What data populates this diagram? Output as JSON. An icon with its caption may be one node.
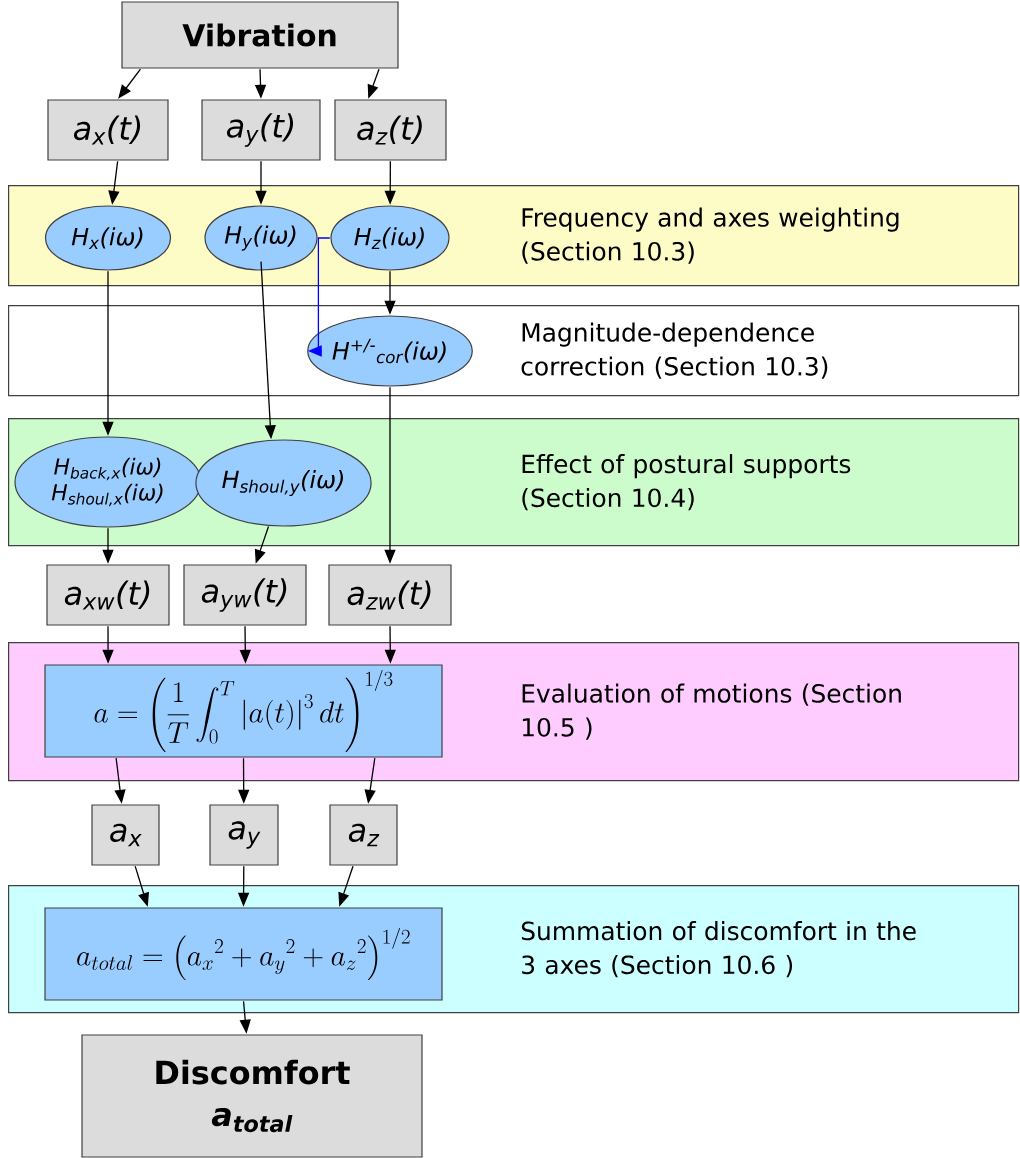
{
  "diagram": {
    "nodes": [
      {
        "text": [
          "Vibration"
        ]
      },
      {
        "text": [
          "a$_{x}$(t)"
        ]
      },
      {
        "text": [
          "a$_{y}$(t)"
        ]
      },
      {
        "text": [
          "a$_{z}$(t)"
        ]
      },
      {
        "text": [
          "Frequency and axes weighting (Section 10.3)"
        ]
      },
      {
        "text": [
          "H$_{x}$(iω)"
        ],
        "in": 4
      },
      {
        "text": [
          "H$_{y}$(iω)"
        ],
        "in": 4
      },
      {
        "text": [
          "H$_{z}$(iω)"
        ],
        "in": 4
      },
      {
        "text": [
          "Magnitude-dependence correction (Section 10.3)"
        ]
      },
      {
        "text": [
          "H$^{+/-}$$_{cor}$(iω)"
        ],
        "in": 8
      },
      {
        "text": [
          "Effect of postural supports (Section 10.4)"
        ]
      },
      {
        "text": [
          "H$_{back,x}$(iω)",
          "H$_{shoul,x}$(iω)"
        ],
        "in": 10
      },
      {
        "text": [
          "H$_{shoul,y}$(iω)"
        ],
        "in": 10
      },
      {
        "text": [
          "a$_{xw}$(t)"
        ]
      },
      {
        "text": [
          "a$_{yw}$(t)"
        ]
      },
      {
        "text": [
          "a$_{zw}$(t)"
        ]
      },
      {
        "text": [
          "Evaluation of motions (Section 10.5 )"
        ]
      },
      {
        "text": [
          "a=\\left(\\frac{1}{T}\\int_0^T\\left|a(t)\\right|^3dt\\right)^{1/3}"
        ],
        "in": 16
      },
      {
        "text": [
          "a$_{x}$"
        ]
      },
      {
        "text": [
          "a$_{y}$"
        ]
      },
      {
        "text": [
          "a$_{z}$"
        ]
      },
      {
        "text": [
          "Summation of discomfort in the 3 axes (Section 10.6 )"
        ]
      },
      {
        "text": [
          "a_{total}=\\left(a_x{}^2+a_y{}^2+a_z{}^2\\right)^{1/2}"
        ],
        "in": 21
      },
      {
        "text": [
          "Discomfort",
          "a$_{total}$"
        ]
      }
    ],
    "edges": [
      {
        "from": 0,
        "to": 1,
        "arrow": "to"
      },
      {
        "from": 0,
        "to": 2,
        "arrow": "to"
      },
      {
        "from": 0,
        "to": 3,
        "arrow": "to"
      },
      {
        "from": 1,
        "to": 5,
        "arrow": "to"
      },
      {
        "from": 2,
        "to": 6,
        "arrow": "to"
      },
      {
        "from": 3,
        "to": 7,
        "arrow": "to"
      },
      {
        "from": 7,
        "to": 9,
        "arrow": "to"
      },
      {
        "from": 7,
        "to": 9,
        "arrow": "to",
        "color": "#0000ff"
      },
      {
        "from": 5,
        "to": 11,
        "arrow": "to"
      },
      {
        "from": 6,
        "to": 12,
        "arrow": "to"
      },
      {
        "from": 9,
        "to": 15,
        "arrow": "to"
      },
      {
        "from": 11,
        "to": 13,
        "arrow": "to"
      },
      {
        "from": 12,
        "to": 14,
        "arrow": "to"
      },
      {
        "from": 13,
        "to": 17,
        "arrow": "to"
      },
      {
        "from": 14,
        "to": 17,
        "arrow": "to"
      },
      {
        "from": 15,
        "to": 17,
        "arrow": "to"
      },
      {
        "from": 17,
        "to": 18,
        "arrow": "to"
      },
      {
        "from": 17,
        "to": 19,
        "arrow": "to"
      },
      {
        "from": 17,
        "to": 20,
        "arrow": "to"
      },
      {
        "from": 18,
        "to": 22,
        "arrow": "to"
      },
      {
        "from": 19,
        "to": 22,
        "arrow": "to"
      },
      {
        "from": 20,
        "to": 22,
        "arrow": "to"
      },
      {
        "from": 22,
        "to": 23,
        "arrow": "to"
      }
    ]
  }
}
